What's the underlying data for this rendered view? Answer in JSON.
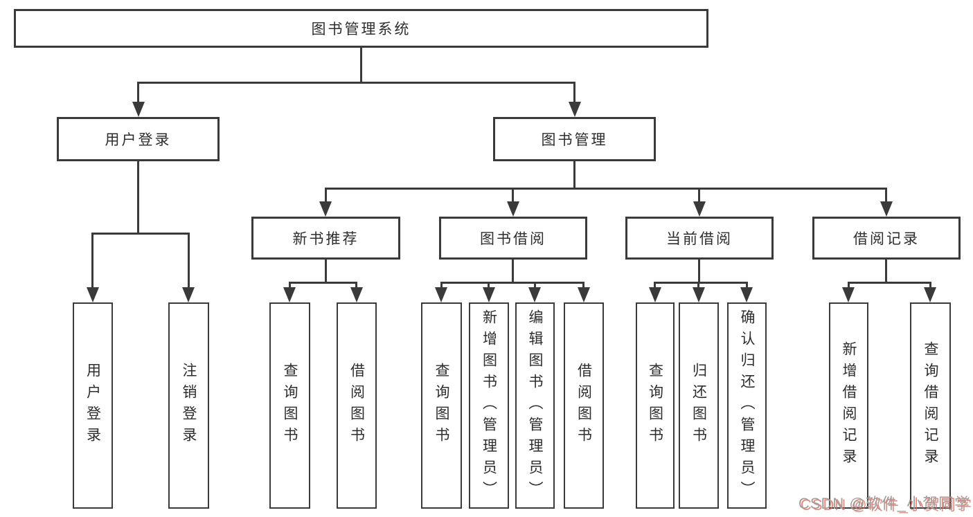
{
  "diagram": {
    "nodes": {
      "root": {
        "label": "图书管理系统"
      },
      "user_login": {
        "label": "用户登录"
      },
      "book_mgmt": {
        "label": "图书管理"
      },
      "new_book_rec": {
        "label": "新书推荐"
      },
      "book_borrow": {
        "label": "图书借阅"
      },
      "current_borrow": {
        "label": "当前借阅"
      },
      "borrow_records": {
        "label": "借阅记录"
      },
      "login": {
        "label": "用户登录"
      },
      "logout": {
        "label": "注销登录"
      },
      "rec_query": {
        "label": "查询图书"
      },
      "rec_borrow": {
        "label": "借阅图书"
      },
      "bb_query": {
        "label": "查询图书"
      },
      "bb_add": {
        "label": "新增图书（管理员）"
      },
      "bb_edit": {
        "label": "编辑图书（管理员）"
      },
      "bb_borrow": {
        "label": "借阅图书"
      },
      "cb_query": {
        "label": "查询图书"
      },
      "cb_return": {
        "label": "归还图书"
      },
      "cb_confirm": {
        "label": "确认归还（管理员）"
      },
      "br_add": {
        "label": "新增借阅记录"
      },
      "br_query": {
        "label": "查询借阅记录"
      }
    },
    "edges": [
      [
        "root",
        "user_login"
      ],
      [
        "root",
        "book_mgmt"
      ],
      [
        "user_login",
        "login"
      ],
      [
        "user_login",
        "logout"
      ],
      [
        "book_mgmt",
        "new_book_rec"
      ],
      [
        "book_mgmt",
        "book_borrow"
      ],
      [
        "book_mgmt",
        "current_borrow"
      ],
      [
        "book_mgmt",
        "borrow_records"
      ],
      [
        "new_book_rec",
        "rec_query"
      ],
      [
        "new_book_rec",
        "rec_borrow"
      ],
      [
        "book_borrow",
        "bb_query"
      ],
      [
        "book_borrow",
        "bb_add"
      ],
      [
        "book_borrow",
        "bb_edit"
      ],
      [
        "book_borrow",
        "bb_borrow"
      ],
      [
        "current_borrow",
        "cb_query"
      ],
      [
        "current_borrow",
        "cb_return"
      ],
      [
        "current_borrow",
        "cb_confirm"
      ],
      [
        "borrow_records",
        "br_add"
      ],
      [
        "borrow_records",
        "br_query"
      ]
    ]
  },
  "watermark": {
    "text": "CSDN @软件_小贺同学"
  },
  "colors": {
    "line": "#3a3a3a",
    "text": "#2d2d2d",
    "background": "#ffffff",
    "watermark_text": "#9e9e9e",
    "watermark_shadow": "#e4604e"
  }
}
